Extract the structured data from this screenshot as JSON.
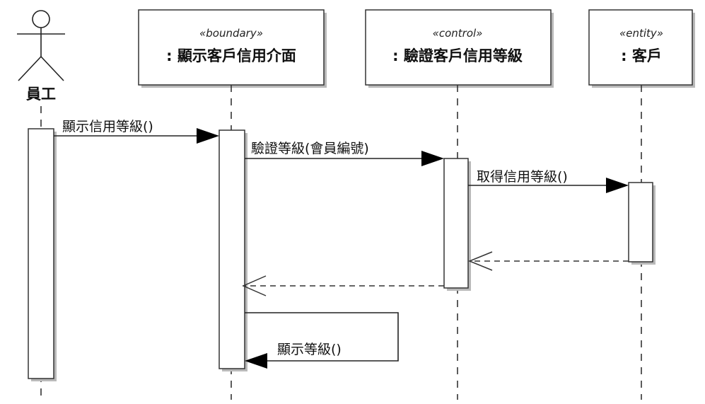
{
  "diagram": {
    "type": "uml-sequence",
    "actor": {
      "name": "員工"
    },
    "participants": [
      {
        "id": "p1",
        "stereotype": "«boundary»",
        "name": ": 顯示客戶信用介面"
      },
      {
        "id": "p2",
        "stereotype": "«control»",
        "name": ": 驗證客戶信用等級"
      },
      {
        "id": "p3",
        "stereotype": "«entity»",
        "name": ": 客戶"
      }
    ],
    "messages": [
      {
        "id": "m1",
        "from": "actor",
        "to": "p1",
        "label": "顯示信用等級()",
        "kind": "sync"
      },
      {
        "id": "m2",
        "from": "p1",
        "to": "p2",
        "label": "驗證等級(會員編號)",
        "kind": "sync"
      },
      {
        "id": "m3",
        "from": "p2",
        "to": "p3",
        "label": "取得信用等級()",
        "kind": "sync"
      },
      {
        "id": "m4",
        "from": "p3",
        "to": "p2",
        "label": "",
        "kind": "return"
      },
      {
        "id": "m5",
        "from": "p2",
        "to": "p1",
        "label": "",
        "kind": "return"
      },
      {
        "id": "m6",
        "from": "p1",
        "to": "p1",
        "label": "顯示等級()",
        "kind": "self"
      }
    ]
  }
}
